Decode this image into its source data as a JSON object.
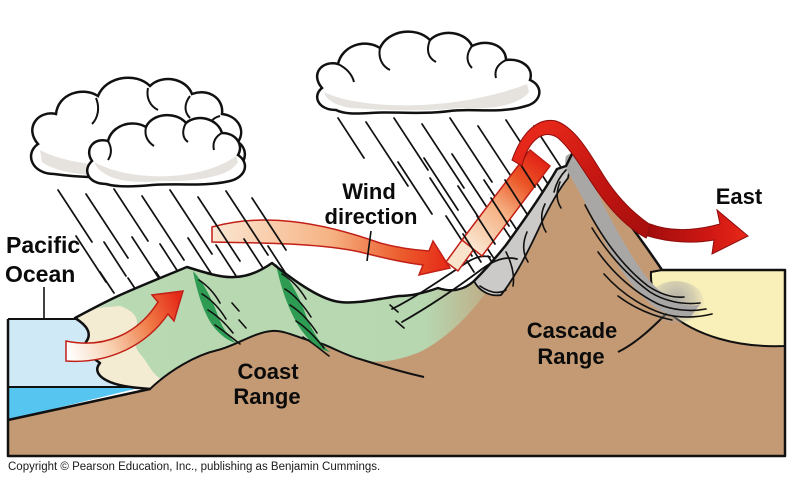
{
  "labels": {
    "pacific_ocean": [
      "Pacific",
      "Ocean"
    ],
    "wind_direction": [
      "Wind",
      "direction"
    ],
    "east": "East",
    "coast_range": [
      "Coast",
      "Range"
    ],
    "cascade_range": [
      "Cascade",
      "Range"
    ]
  },
  "footer": {
    "copyright": "Copyright © Pearson Education, Inc., publishing as Benjamin Cummings."
  },
  "colors": {
    "land_brown": "#c49a74",
    "ocean_light": "#cfe9f6",
    "ocean_deep": "#56c5ef",
    "vegetation_green": "#b6d7b0",
    "ridge_green": "#2d9c52",
    "dry_yellow": "#f9efb9",
    "rock_gray_light": "#cbcac8",
    "rock_gray_dark": "#a9a7a5",
    "beach_sand": "#f3ecd2",
    "cloud_white": "#ffffff",
    "cloud_shadow": "#e6e3de",
    "arrow_red": "#e52a18",
    "arrow_red_dark": "#a30e0d",
    "outline_black": "#111111"
  }
}
